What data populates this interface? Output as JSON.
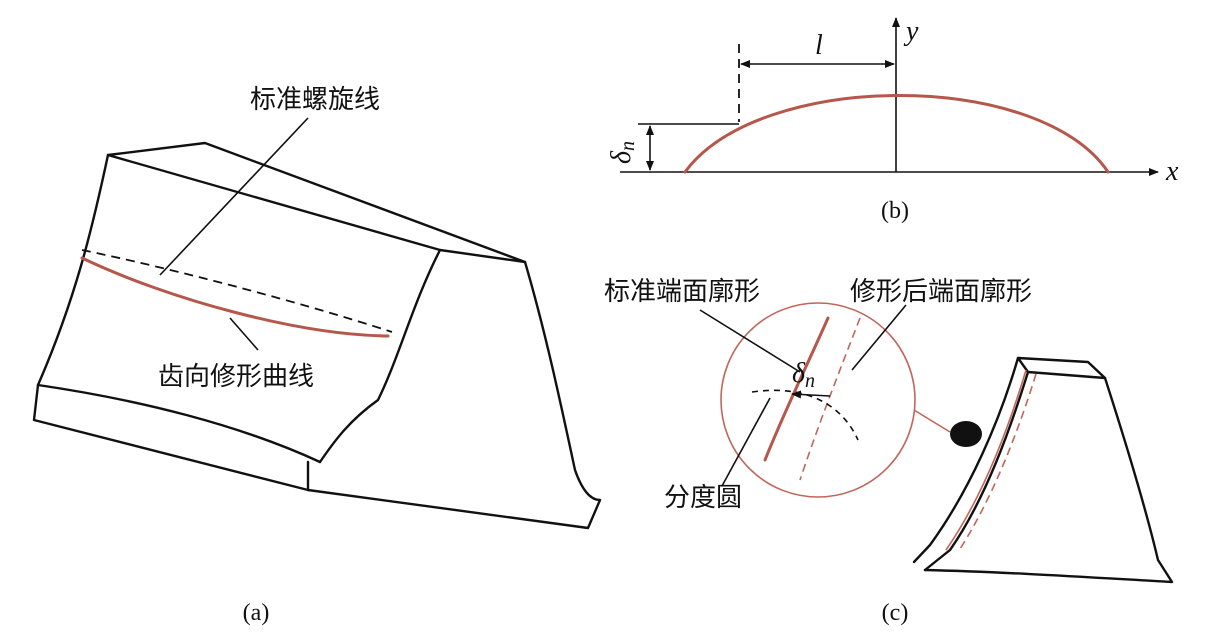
{
  "panel_a": {
    "label_standard_helix": "标准螺旋线",
    "label_modified_curve": "齿向修形曲线",
    "caption": "(a)"
  },
  "panel_b": {
    "axis_x": "x",
    "axis_y": "y",
    "dim_l": "l",
    "delta_n": "δ",
    "delta_sub": "n",
    "caption": "(b)"
  },
  "panel_c": {
    "label_standard_profile": "标准端面廓形",
    "label_modified_profile": "修形后端面廓形",
    "label_pitch_circle": "分度圆",
    "delta_n": "δ",
    "delta_sub": "n",
    "caption": "(c)"
  },
  "colors": {
    "outline": "#111111",
    "modified_curve": "#b5574a"
  }
}
